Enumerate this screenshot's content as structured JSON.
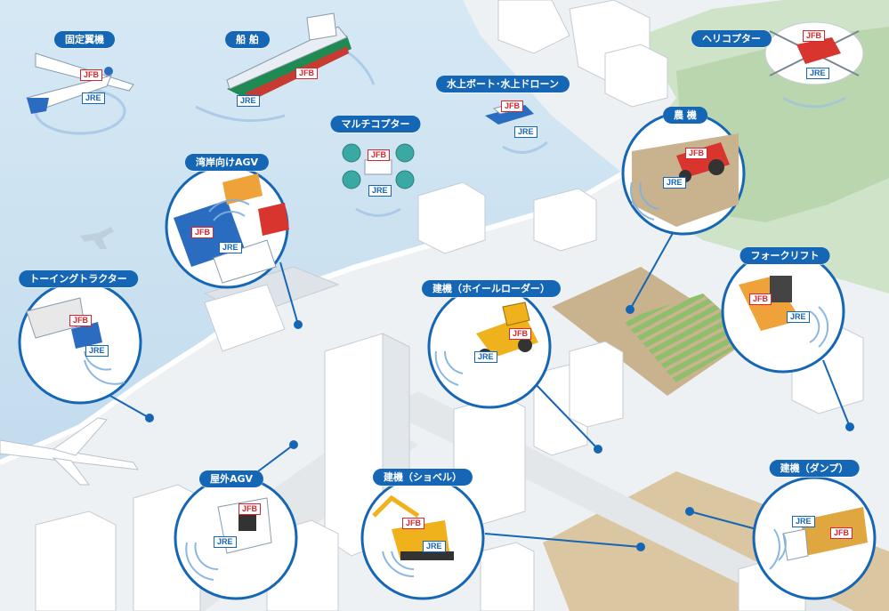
{
  "items": [
    {
      "name": "fixed-wing",
      "label": "固定翼機",
      "jfb": "JFB",
      "jre": "JRE"
    },
    {
      "name": "ship",
      "label": "船 舶",
      "jfb": "JFB",
      "jre": "JRE"
    },
    {
      "name": "water-boat-drone",
      "label": "水上ボート･水上ドローン",
      "jfb": "JFB",
      "jre": "JRE"
    },
    {
      "name": "helicopter",
      "label": "ヘリコプター",
      "jfb": "JFB",
      "jre": "JRE"
    },
    {
      "name": "multicopter",
      "label": "マルチコプター",
      "jfb": "JFB",
      "jre": "JRE"
    },
    {
      "name": "harbor-agv",
      "label": "湾岸向けAGV",
      "jfb": "JFB",
      "jre": "JRE"
    },
    {
      "name": "agriculture",
      "label": "農 機",
      "jfb": "JFB",
      "jre": "JRE"
    },
    {
      "name": "forklift",
      "label": "フォークリフト",
      "jfb": "JFB",
      "jre": "JRE"
    },
    {
      "name": "towing-tractor",
      "label": "トーイングトラクター",
      "jfb": "JFB",
      "jre": "JRE"
    },
    {
      "name": "wheel-loader",
      "label": "建機（ホイールローダー）",
      "jfb": "JFB",
      "jre": "JRE"
    },
    {
      "name": "outdoor-agv",
      "label": "屋外AGV",
      "jfb": "JFB",
      "jre": "JRE"
    },
    {
      "name": "shovel",
      "label": "建機（ショベル）",
      "jfb": "JFB",
      "jre": "JRE"
    },
    {
      "name": "dump",
      "label": "建機（ダンプ）",
      "jfb": "JFB",
      "jre": "JRE"
    }
  ],
  "colors": {
    "sea": "#cfe4f2",
    "land": "#f1f2f3",
    "hill": "#d3e6cf",
    "field": "#c9b896",
    "site": "#dcc9a5",
    "frame": "#1566b5",
    "jfb": "#d9262c",
    "jre": "#1566b5",
    "vehicle_red": "#d7352d",
    "vehicle_yellow": "#f0b21c"
  }
}
